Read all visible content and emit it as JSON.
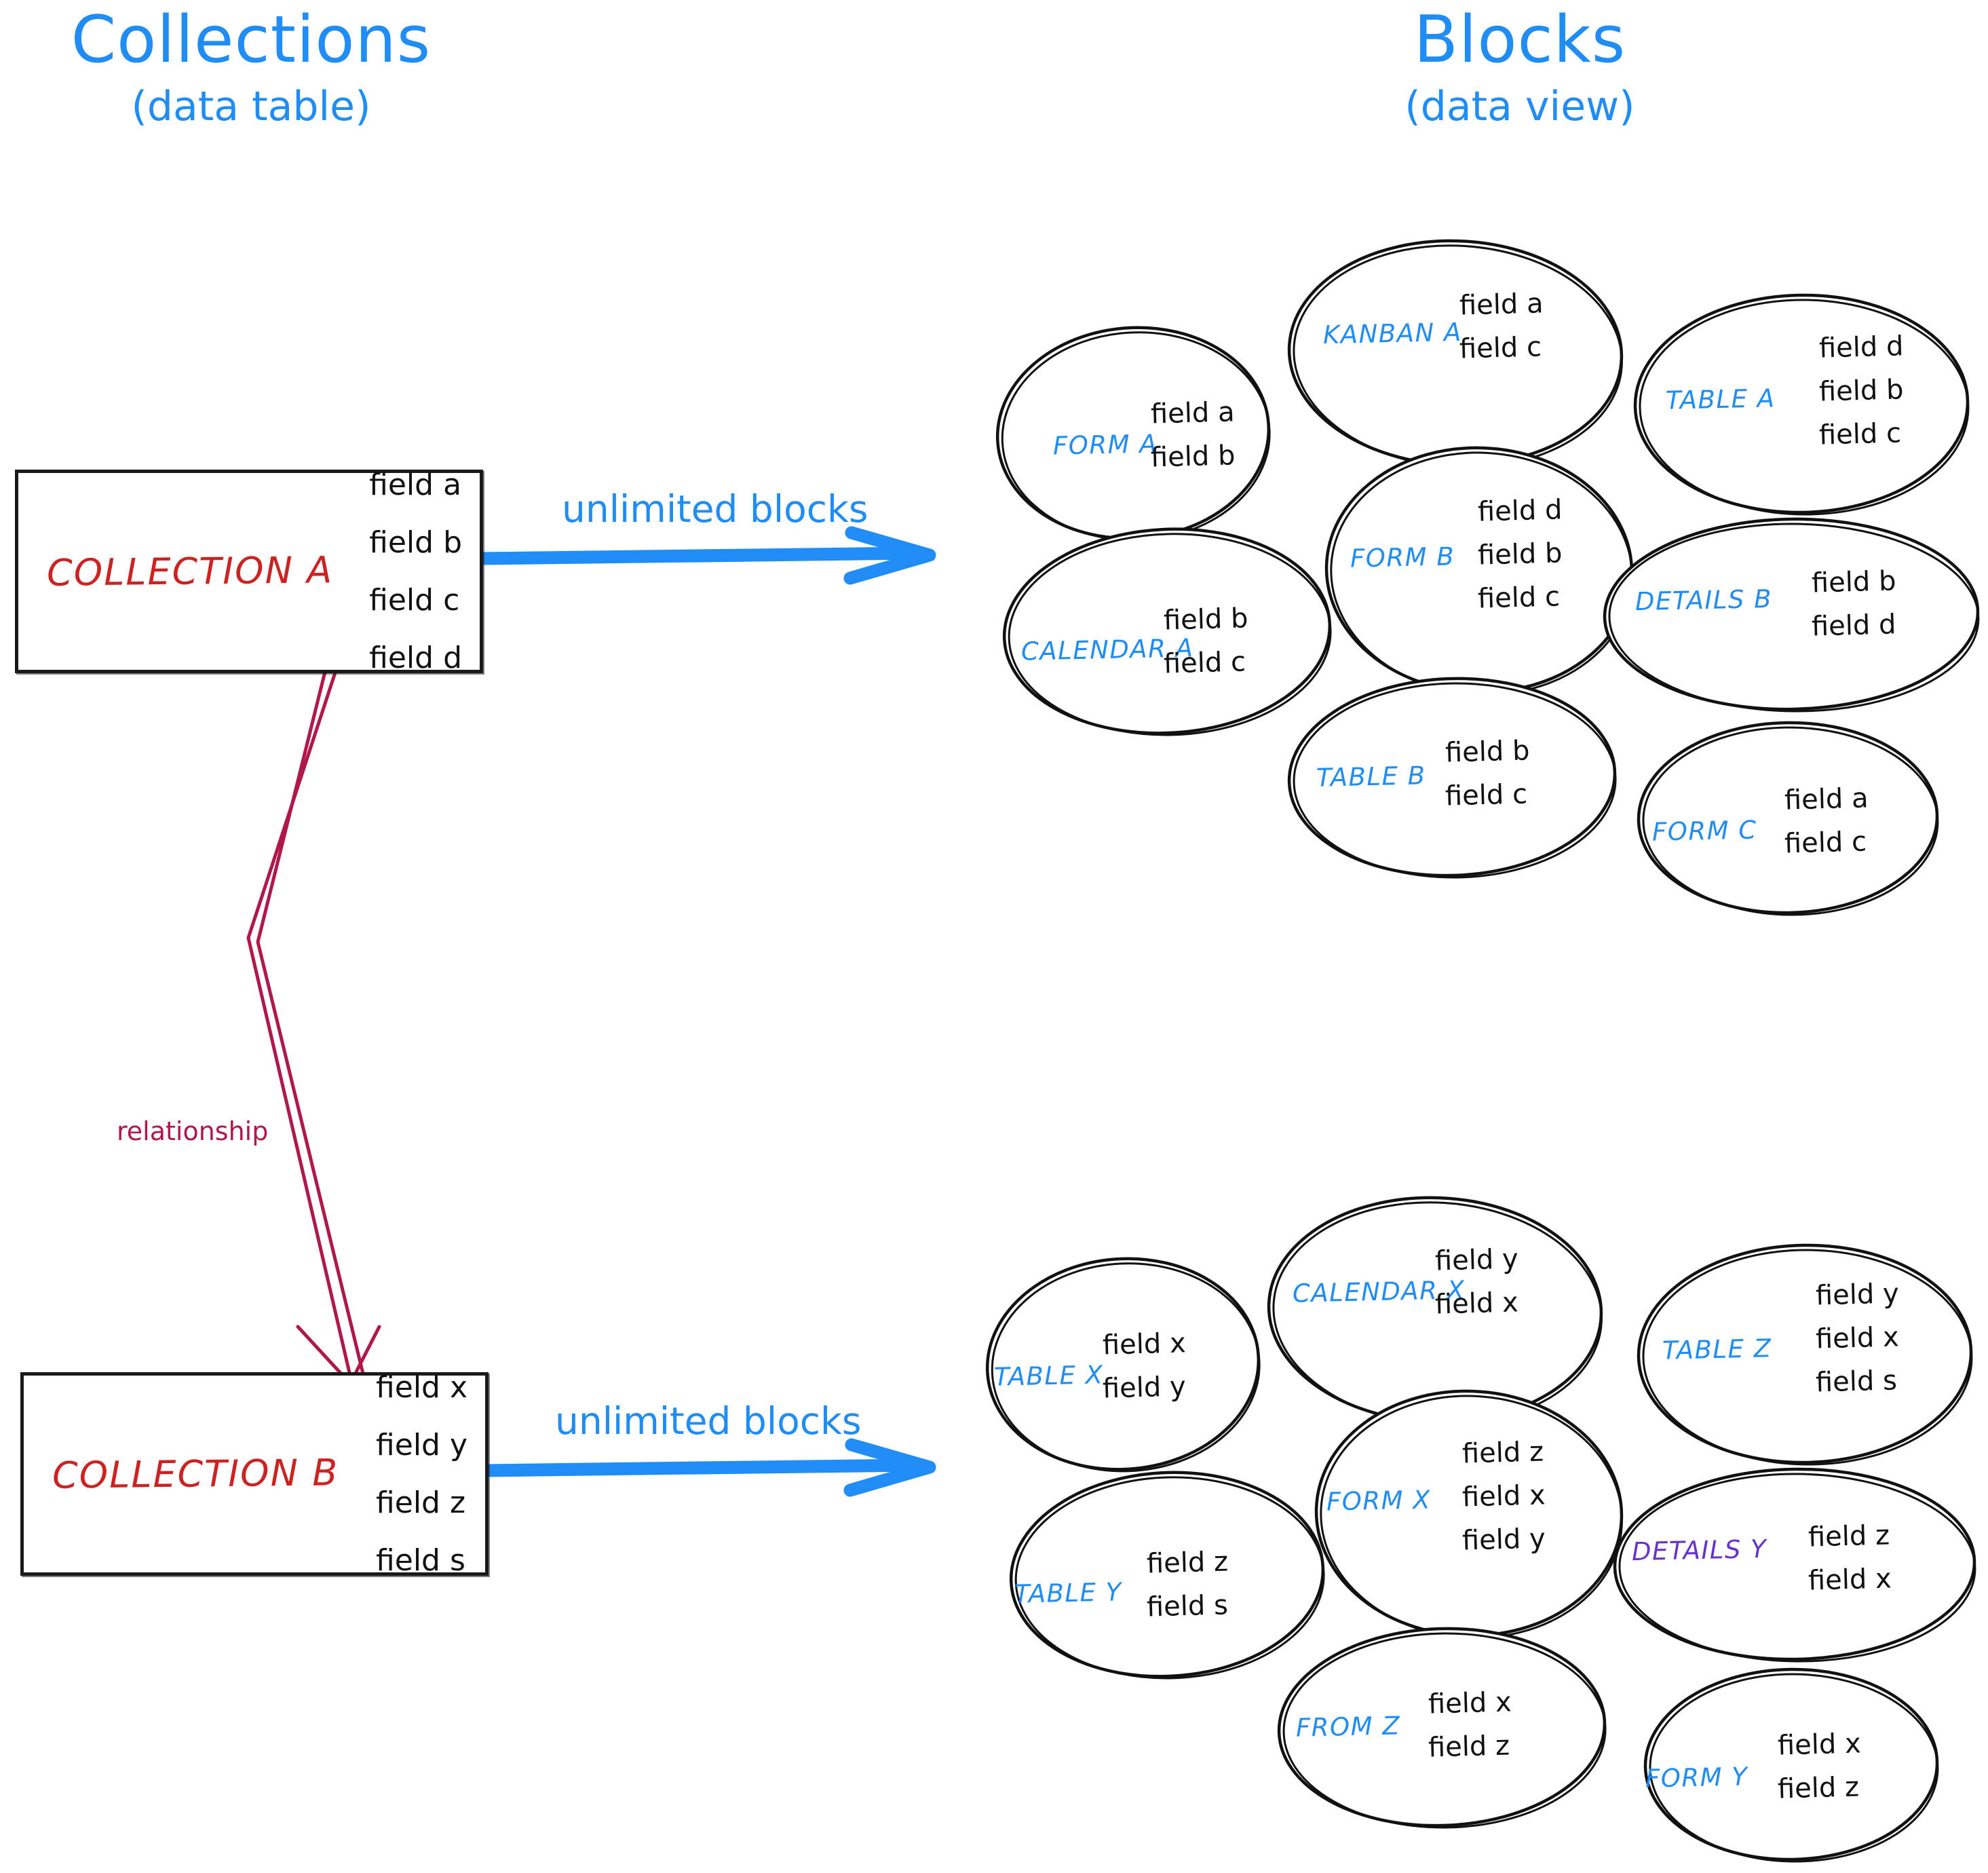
{
  "columns": {
    "left": {
      "title": "Collections",
      "subtitle": "(data table)"
    },
    "right": {
      "title": "Blocks",
      "subtitle": "(data view)"
    }
  },
  "collections": [
    {
      "name": "COLLECTION A",
      "fields": [
        "field a",
        "field b",
        "field c",
        "field d"
      ],
      "arrow_label": "unlimited blocks"
    },
    {
      "name": "COLLECTION B",
      "fields": [
        "field x",
        "field y",
        "field z",
        "field s"
      ],
      "arrow_label": "unlimited blocks"
    }
  ],
  "relationship": {
    "label": "relationship",
    "color": "#b0174a"
  },
  "colors": {
    "accent_blue": "#1f8df5",
    "collection_red": "#cc2222",
    "relationship_crimson": "#b0174a",
    "details_purple": "#6633cc",
    "ink_black": "#111111"
  },
  "blocks_a": [
    {
      "label": "FORM A",
      "color": "#1f8df5",
      "fields": [
        "field a",
        "field b"
      ]
    },
    {
      "label": "KANBAN A",
      "color": "#1f8df5",
      "fields": [
        "field a",
        "field c"
      ]
    },
    {
      "label": "TABLE A",
      "color": "#1f8df5",
      "fields": [
        "field d",
        "field b",
        "field c"
      ]
    },
    {
      "label": "CALENDAR A",
      "color": "#1f8df5",
      "fields": [
        "field b",
        "field c"
      ]
    },
    {
      "label": "FORM B",
      "color": "#1f8df5",
      "fields": [
        "field d",
        "field b",
        "field c"
      ]
    },
    {
      "label": "DETAILS B",
      "color": "#1f8df5",
      "fields": [
        "field b",
        "field d"
      ]
    },
    {
      "label": "TABLE B",
      "color": "#1f8df5",
      "fields": [
        "field b",
        "field c"
      ]
    },
    {
      "label": "FORM C",
      "color": "#1f8df5",
      "fields": [
        "field a",
        "field c"
      ]
    }
  ],
  "blocks_b": [
    {
      "label": "TABLE X",
      "color": "#1f8df5",
      "fields": [
        "field x",
        "field y"
      ]
    },
    {
      "label": "CALENDAR X",
      "color": "#1f8df5",
      "fields": [
        "field y",
        "field x"
      ]
    },
    {
      "label": "TABLE Z",
      "color": "#1f8df5",
      "fields": [
        "field y",
        "field x",
        "field s"
      ]
    },
    {
      "label": "TABLE Y",
      "color": "#1f8df5",
      "fields": [
        "field z",
        "field s"
      ]
    },
    {
      "label": "FORM X",
      "color": "#1f8df5",
      "fields": [
        "field z",
        "field x",
        "field y"
      ]
    },
    {
      "label": "DETAILS Y",
      "color": "#6633cc",
      "fields": [
        "field z",
        "field x"
      ]
    },
    {
      "label": "FROM Z",
      "color": "#1f8df5",
      "fields": [
        "field x",
        "field z"
      ]
    },
    {
      "label": "FORM Y",
      "color": "#1f8df5",
      "fields": [
        "field x",
        "field z"
      ]
    }
  ]
}
